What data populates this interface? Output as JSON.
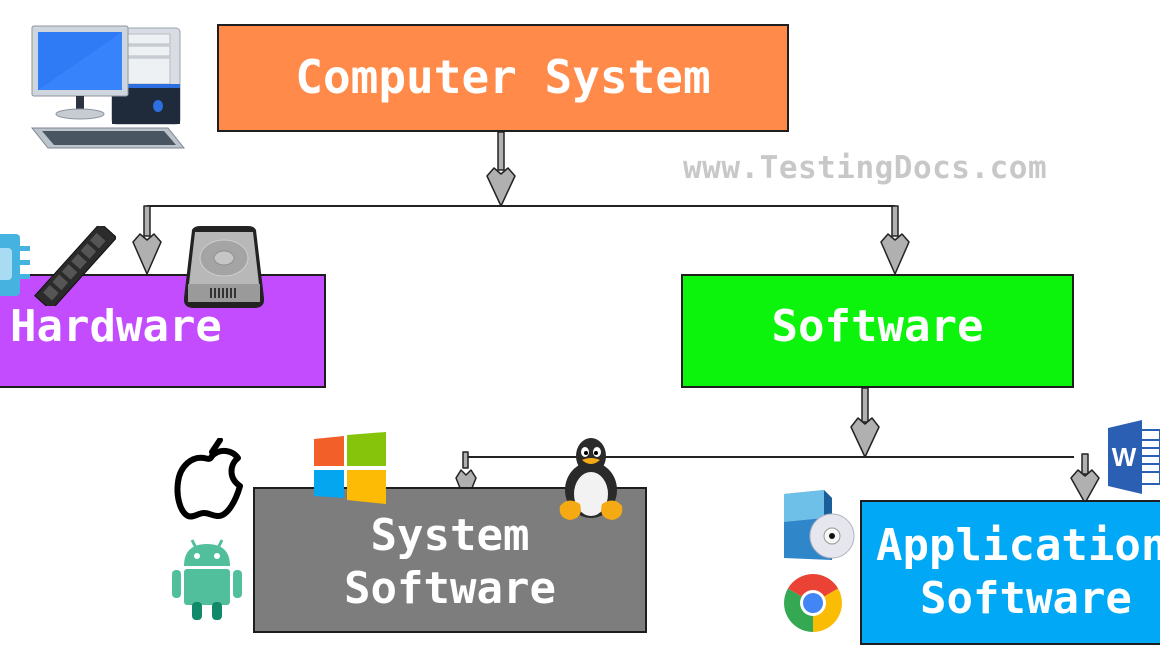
{
  "diagram": {
    "root": {
      "label": "Computer System",
      "color": "#ff8a4a"
    },
    "watermark": "www.TestingDocs.com",
    "level1": [
      {
        "label": "Hardware",
        "color": "#c44cff",
        "icons": [
          "cpu-chip-icon",
          "ram-module-icon",
          "hard-drive-icon"
        ]
      },
      {
        "label": "Software",
        "color": "#0cf40c"
      }
    ],
    "level2": [
      {
        "label_line1": "System",
        "label_line2": "Software",
        "color": "#7d7d7d",
        "icons": [
          "apple-icon",
          "android-icon",
          "windows-icon",
          "linux-tux-icon"
        ]
      },
      {
        "label_line1": "Application",
        "label_line2": "Software",
        "color": "#00a8f5",
        "icons": [
          "software-box-cd-icon",
          "chrome-icon",
          "word-icon"
        ]
      }
    ],
    "edges": [
      {
        "from": "Computer System",
        "to": "Hardware"
      },
      {
        "from": "Computer System",
        "to": "Software"
      },
      {
        "from": "Software",
        "to": "System Software"
      },
      {
        "from": "Software",
        "to": "Application Software"
      }
    ],
    "arrow_fill": "#b0b0b0",
    "line_color": "#222222"
  }
}
